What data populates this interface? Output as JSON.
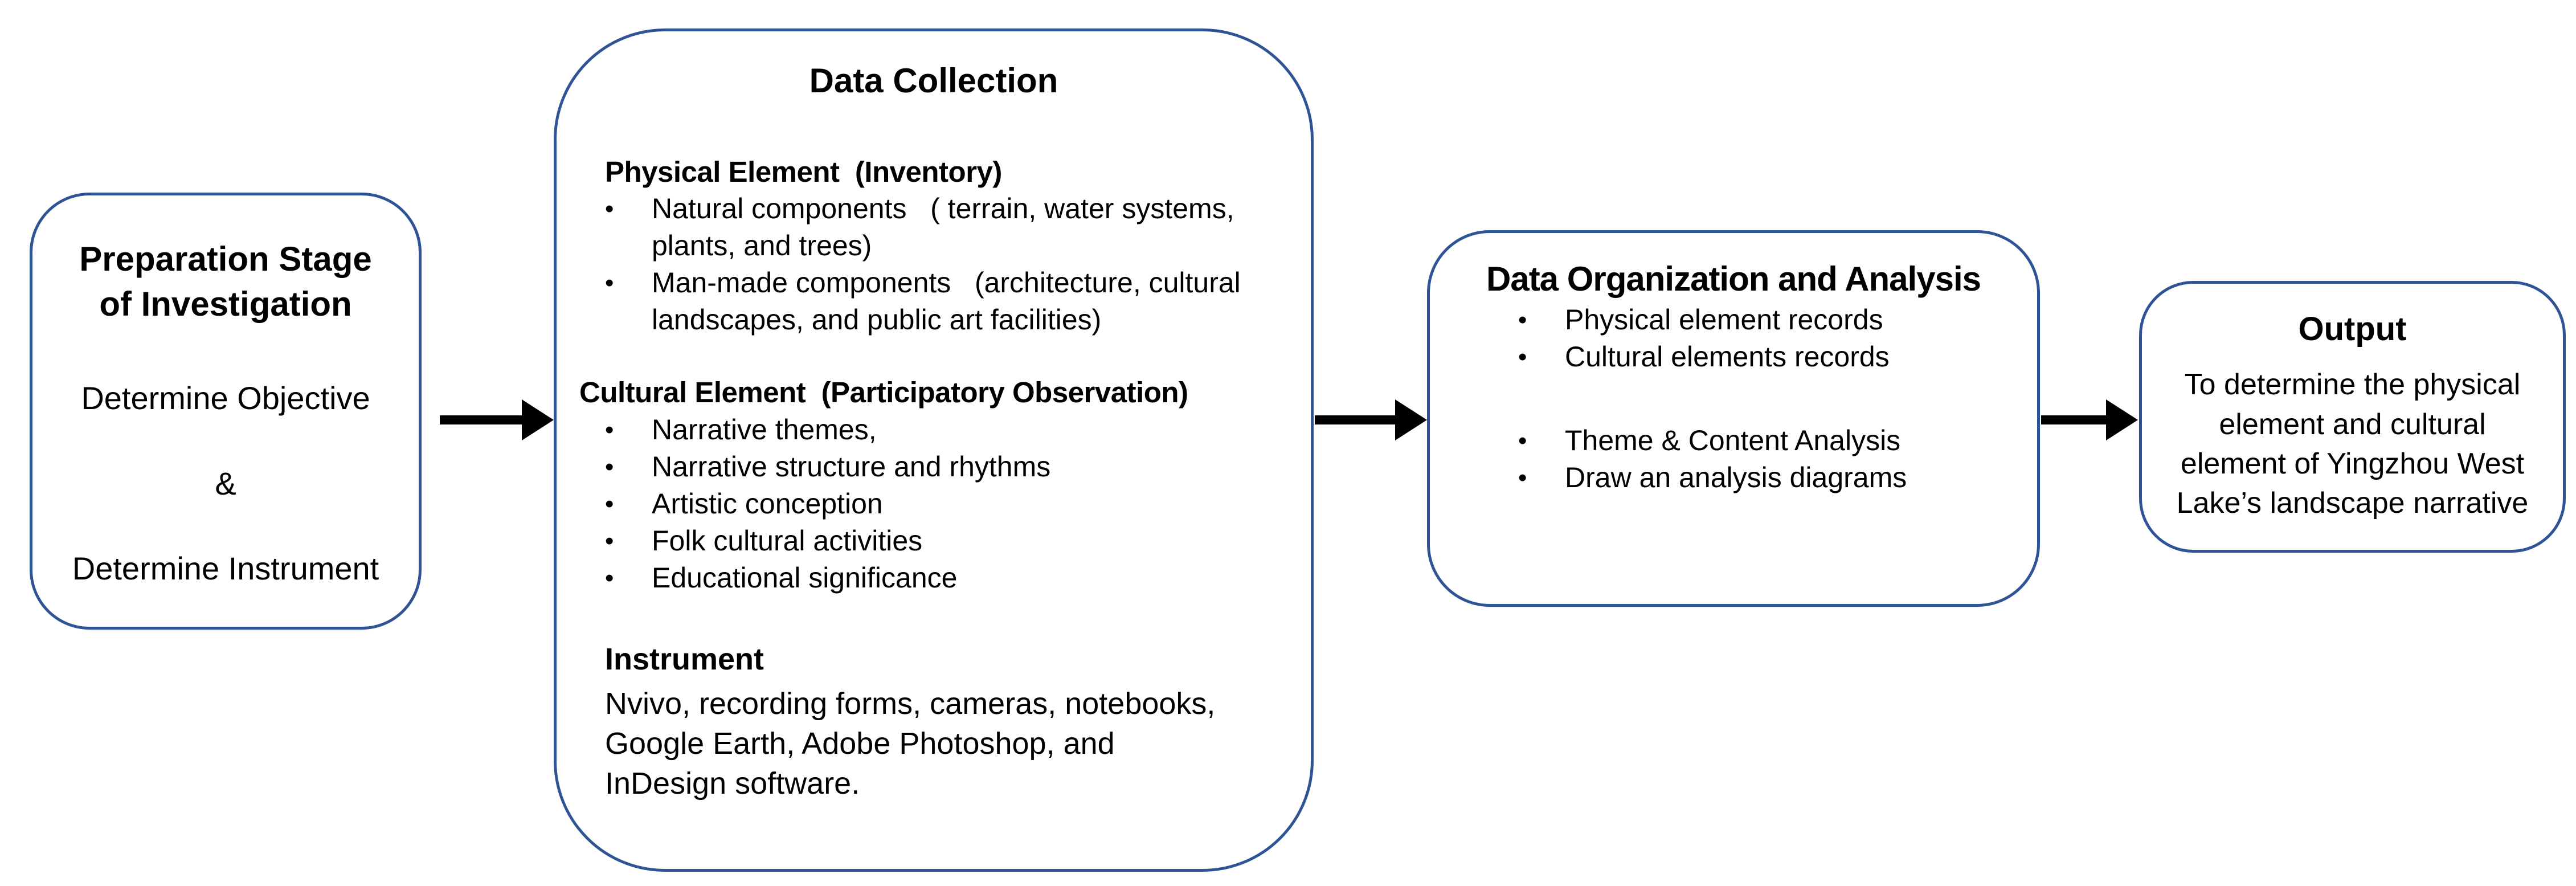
{
  "glyphs": {
    "bullet": "•"
  },
  "diagram": {
    "border_color": "#2F5496",
    "arrow_color": "#000000",
    "boxes": {
      "preparation": {
        "title": "Preparation Stage\nof Investigation",
        "determine_objective": "Determine Objective",
        "ampersand": "&",
        "determine_instrument": "Determine Instrument"
      },
      "data_collection": {
        "title": "Data Collection",
        "physical_header": "Physical Element  (Inventory)",
        "physical_bullets": [
          "Natural components   ( terrain, water systems,\nplants, and trees)",
          "Man-made components   (architecture, cultural\nlandscapes, and public art facilities)"
        ],
        "cultural_header": "Cultural Element  (Participatory Observation)",
        "cultural_bullets": [
          "Narrative themes,",
          "Narrative structure and rhythms",
          "Artistic conception",
          "Folk cultural activities",
          "Educational significance"
        ],
        "instrument_header": "Instrument",
        "instrument_text": "Nvivo, recording forms, cameras, notebooks,\nGoogle Earth, Adobe Photoshop, and\nInDesign software."
      },
      "organization": {
        "title": "Data Organization and Analysis",
        "records_bullets": [
          "Physical element records",
          "Cultural elements records"
        ],
        "analysis_bullets": [
          "Theme & Content Analysis",
          "Draw an analysis diagrams"
        ]
      },
      "output": {
        "title": "Output",
        "text": "To determine the physical\nelement and cultural\nelement of Yingzhou West\nLake’s landscape narrative"
      }
    }
  }
}
